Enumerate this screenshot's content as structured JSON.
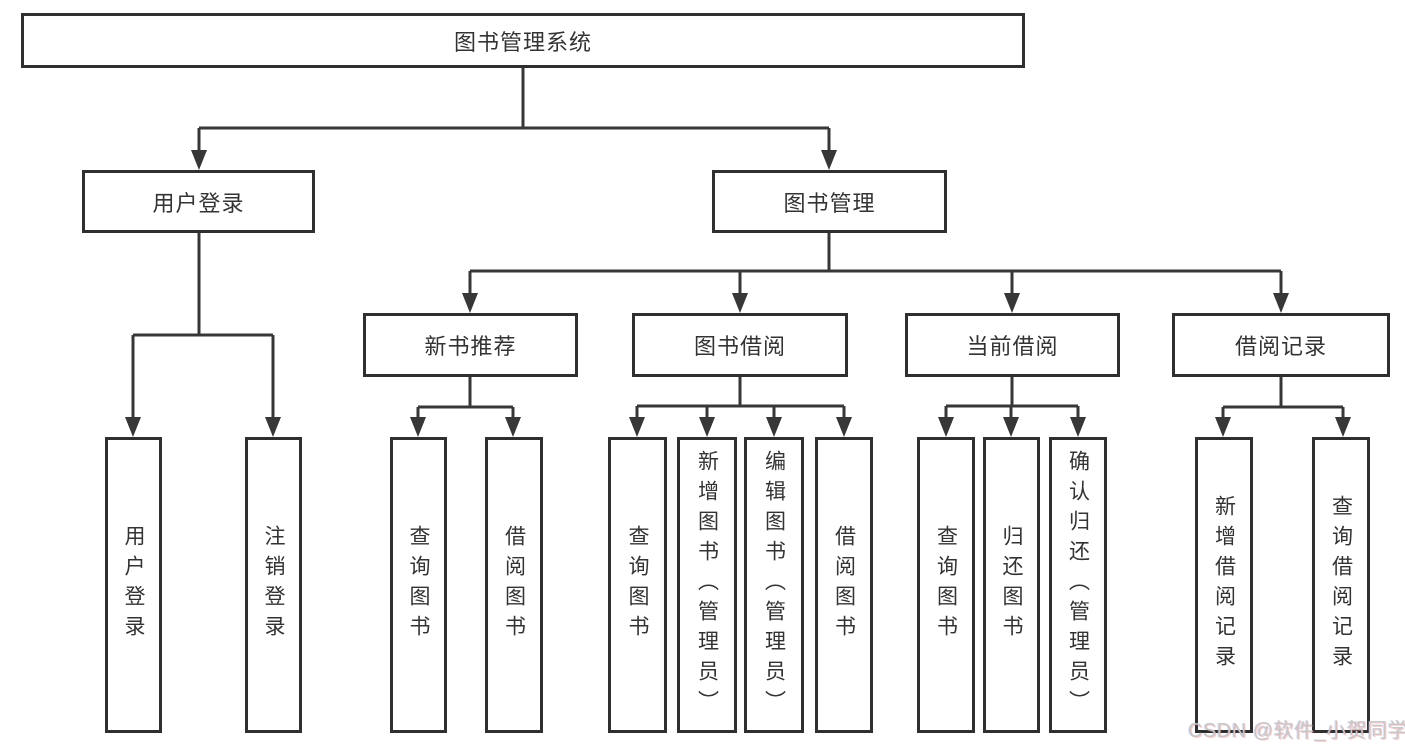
{
  "tree": {
    "root": {
      "label": "图书管理系统",
      "children": [
        {
          "label": "用户登录",
          "children": [
            {
              "label": "用户登录"
            },
            {
              "label": "注销登录"
            }
          ]
        },
        {
          "label": "图书管理",
          "children": [
            {
              "label": "新书推荐",
              "children": [
                {
                  "label": "查询图书"
                },
                {
                  "label": "借阅图书"
                }
              ]
            },
            {
              "label": "图书借阅",
              "children": [
                {
                  "label": "查询图书"
                },
                {
                  "label": "新增图书（管理员）"
                },
                {
                  "label": "编辑图书（管理员）"
                },
                {
                  "label": "借阅图书"
                }
              ]
            },
            {
              "label": "当前借阅",
              "children": [
                {
                  "label": "查询图书"
                },
                {
                  "label": "归还图书"
                },
                {
                  "label": "确认归还（管理员）"
                }
              ]
            },
            {
              "label": "借阅记录",
              "children": [
                {
                  "label": "新增借阅记录"
                },
                {
                  "label": "查询借阅记录"
                }
              ]
            }
          ]
        }
      ]
    }
  },
  "watermark": {
    "text": "CSDN @软件_小贺同学"
  },
  "colors": {
    "line": "#373737",
    "box_border": "#2f2f2f",
    "text": "#333333",
    "watermark": "#c7c7c7",
    "background": "#ffffff"
  }
}
